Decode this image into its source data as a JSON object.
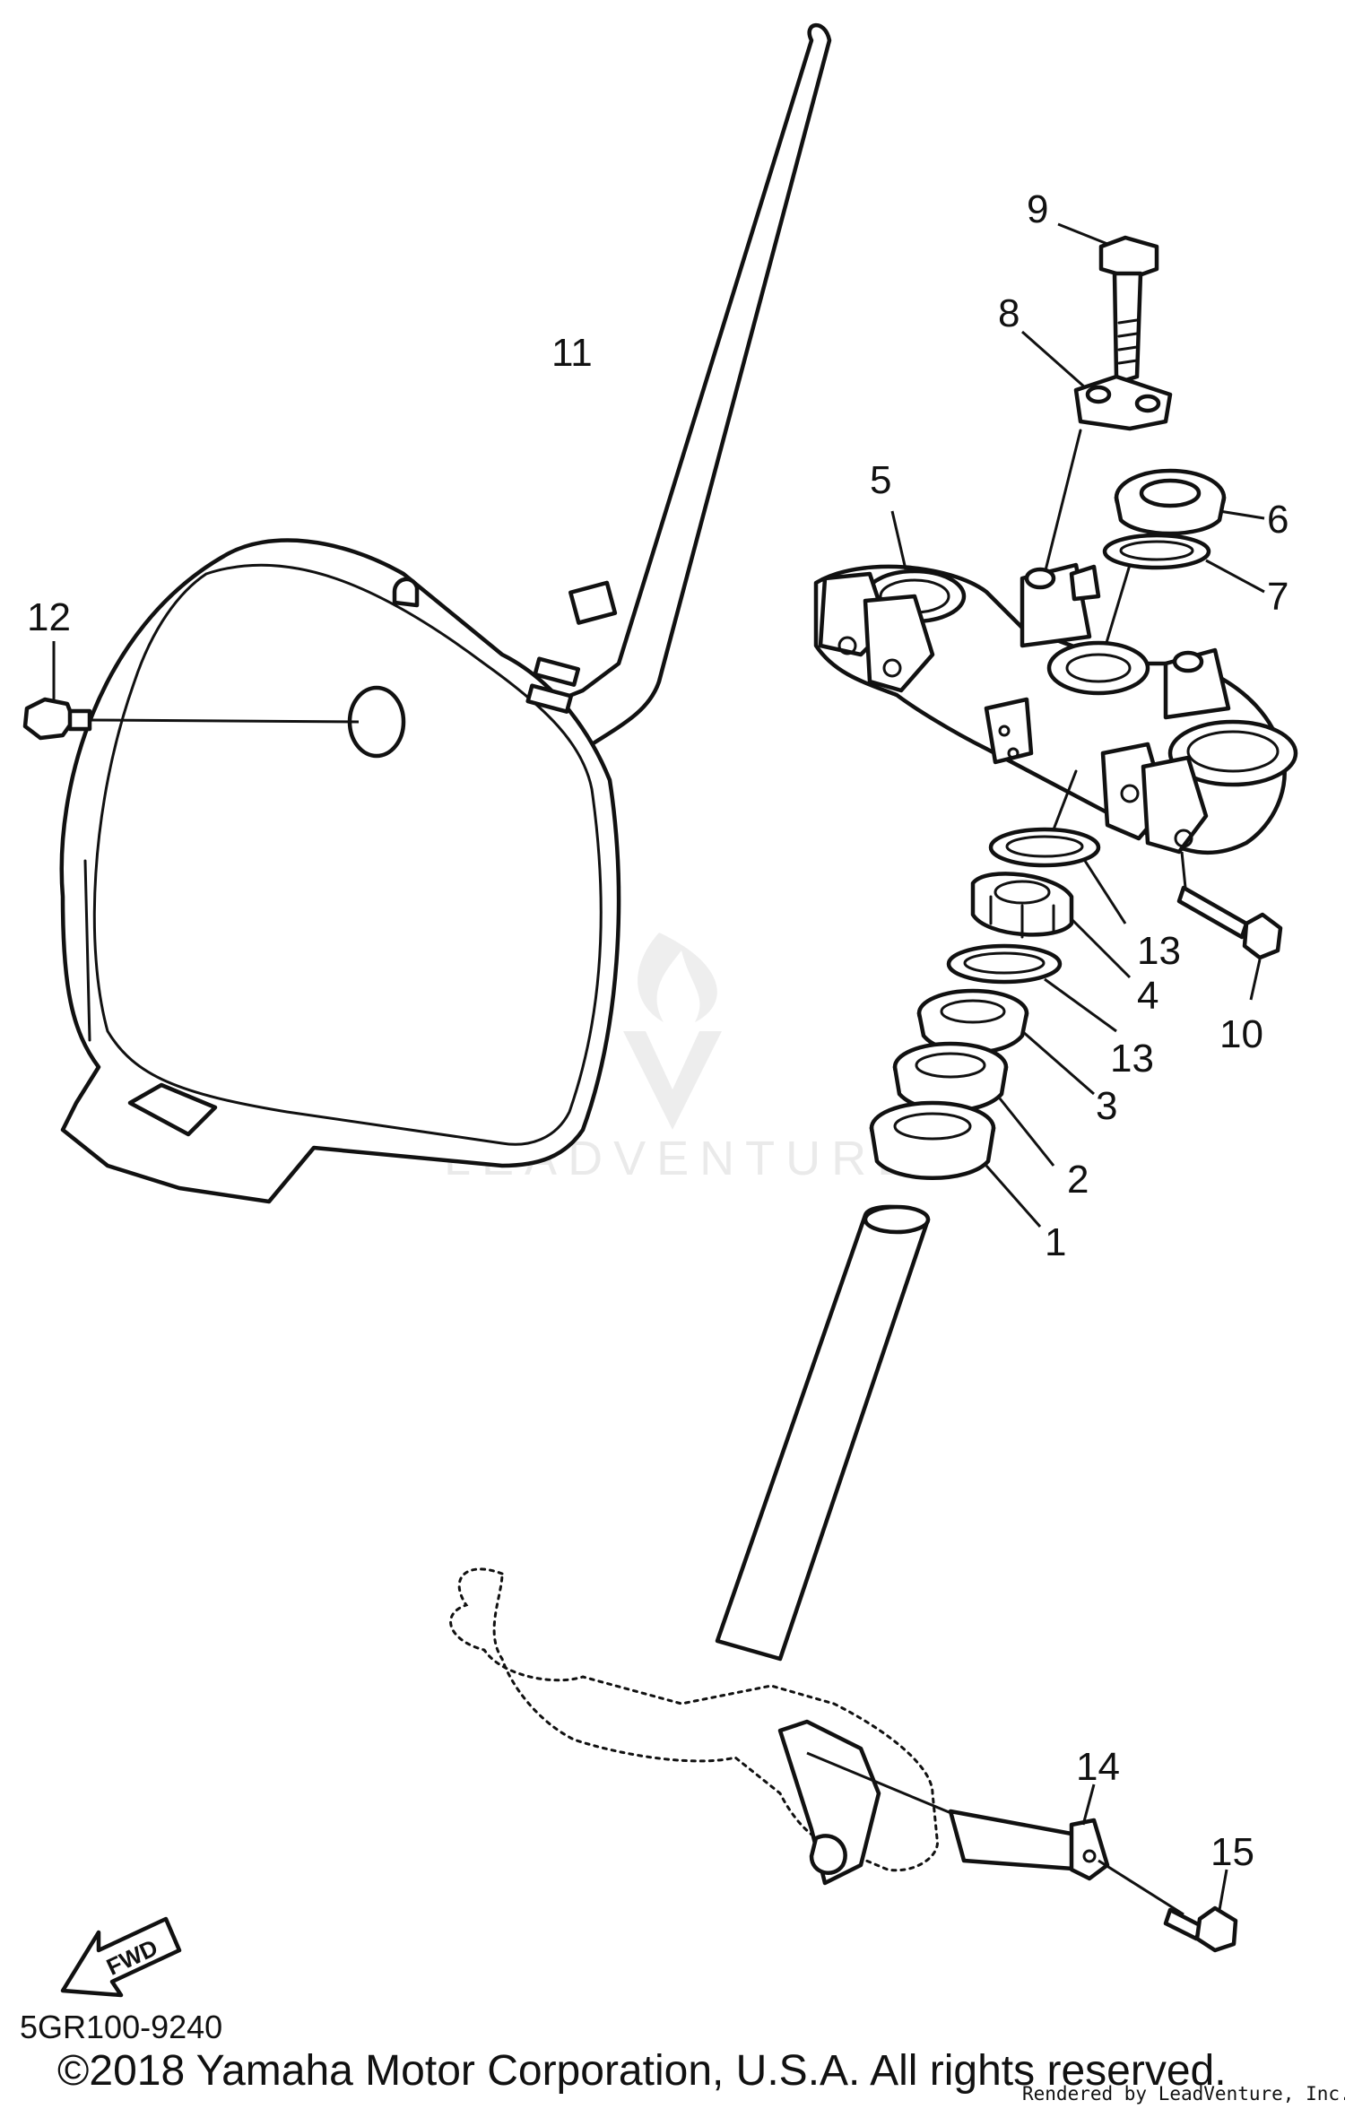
{
  "diagram": {
    "callouts": [
      "1",
      "2",
      "3",
      "4",
      "5",
      "6",
      "7",
      "8",
      "9",
      "10",
      "11",
      "12",
      "13",
      "13",
      "14",
      "15"
    ],
    "drawing_code": "5GR100-9240",
    "fwd_label": "FWD",
    "watermark": "LEADVENTURE"
  },
  "footer": {
    "copyright": "©2018 Yamaha Motor Corporation, U.S.A. All rights reserved.",
    "rendered_by": "Rendered by LeadVenture, Inc."
  }
}
